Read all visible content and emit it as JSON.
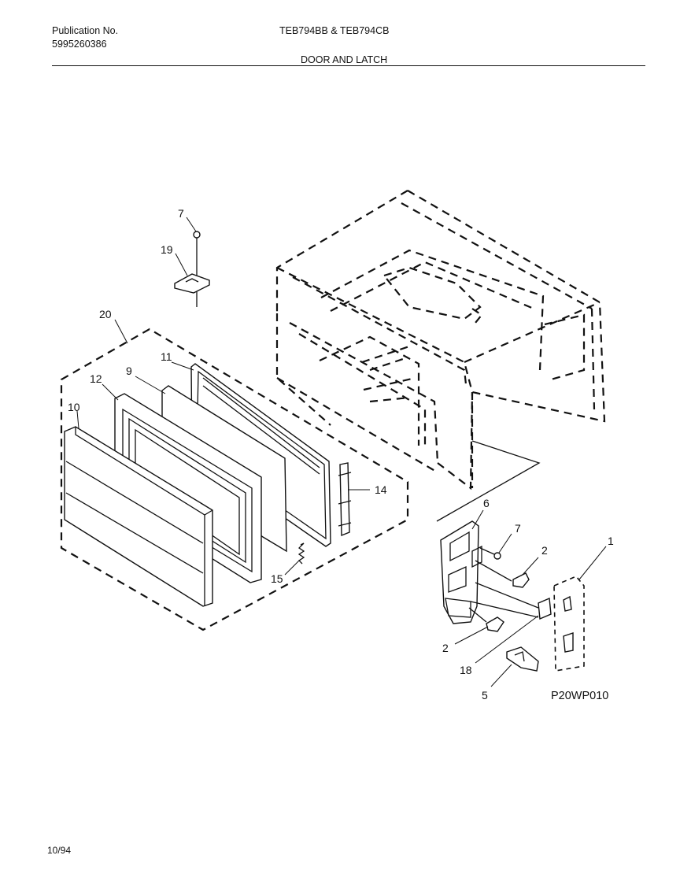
{
  "header": {
    "publication_label": "Publication No.",
    "publication_number": "5995260386",
    "models": "TEB794BB & TEB794CB",
    "section_title": "DOOR AND LATCH"
  },
  "diagram": {
    "callouts": {
      "c7_top": "7",
      "c19": "19",
      "c20": "20",
      "c11": "11",
      "c12": "12",
      "c9": "9",
      "c10": "10",
      "c14": "14",
      "c15": "15",
      "c6": "6",
      "c7_right": "7",
      "c2_upper": "2",
      "c1": "1",
      "c2_lower": "2",
      "c18": "18",
      "c5": "5"
    },
    "figure_code": "P20WP010"
  },
  "footer": {
    "date_code": "10/94"
  }
}
